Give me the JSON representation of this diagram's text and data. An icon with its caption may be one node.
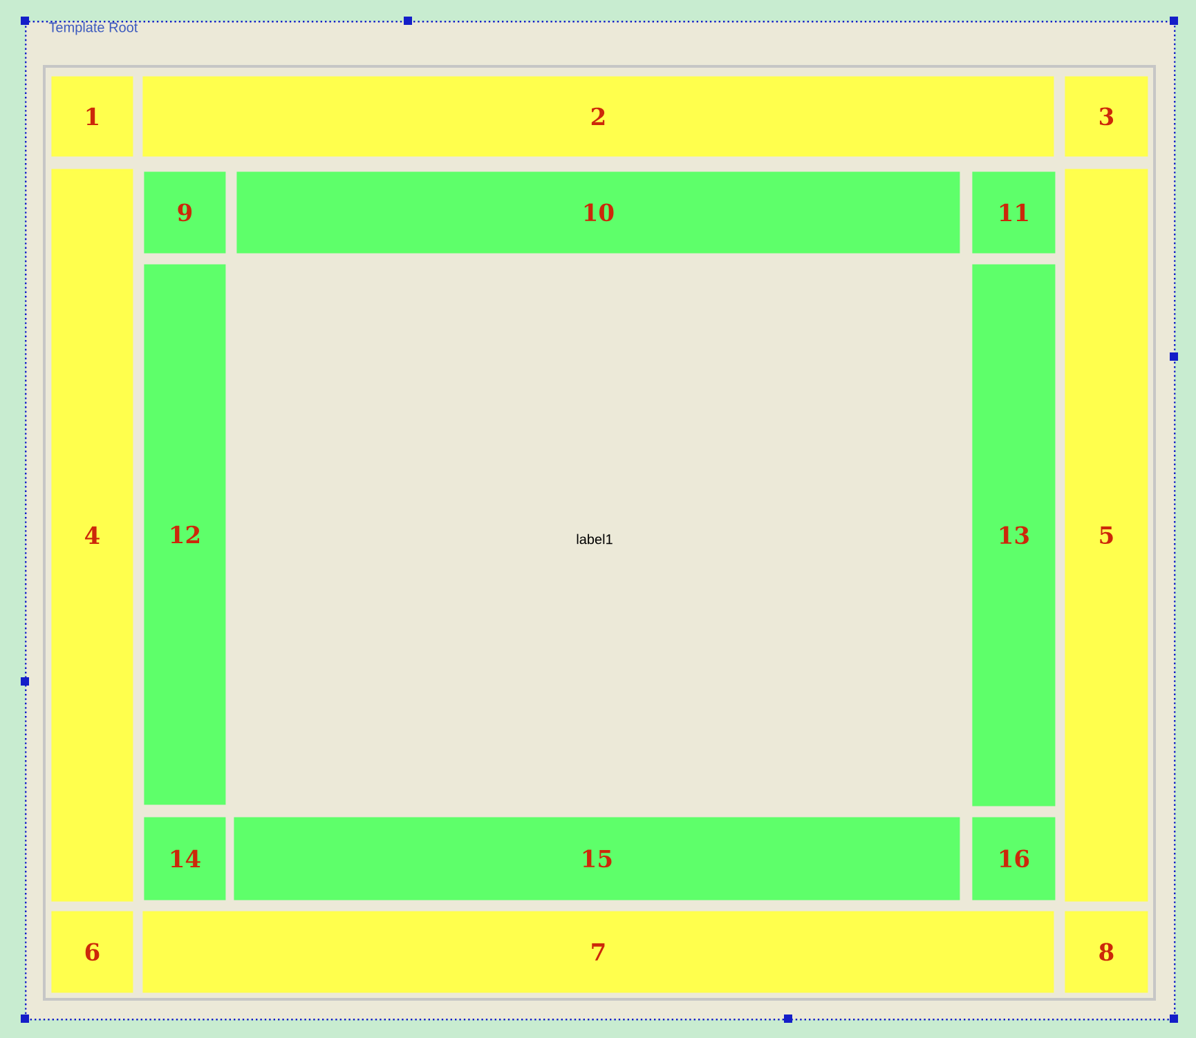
{
  "diagram": {
    "nodes": [
      {
        "text": [
          "Template Root"
        ]
      },
      {
        "text": [
          "1"
        ],
        "in": 0
      },
      {
        "text": [
          "2"
        ],
        "in": 0
      },
      {
        "text": [
          "3"
        ],
        "in": 0
      },
      {
        "text": [
          "4"
        ],
        "in": 0
      },
      {
        "text": [
          "5"
        ],
        "in": 0
      },
      {
        "text": [
          "6"
        ],
        "in": 0
      },
      {
        "text": [
          "7"
        ],
        "in": 0
      },
      {
        "text": [
          "8"
        ],
        "in": 0
      },
      {
        "text": [
          "9"
        ],
        "in": 0
      },
      {
        "text": [
          "10"
        ],
        "in": 0
      },
      {
        "text": [
          "11"
        ],
        "in": 0
      },
      {
        "text": [
          "12"
        ],
        "in": 0
      },
      {
        "text": [
          "13"
        ],
        "in": 0
      },
      {
        "text": [
          "14"
        ],
        "in": 0
      },
      {
        "text": [
          "15"
        ],
        "in": 0
      },
      {
        "text": [
          "16"
        ],
        "in": 0
      }
    ],
    "labels": [
      "label1"
    ]
  }
}
